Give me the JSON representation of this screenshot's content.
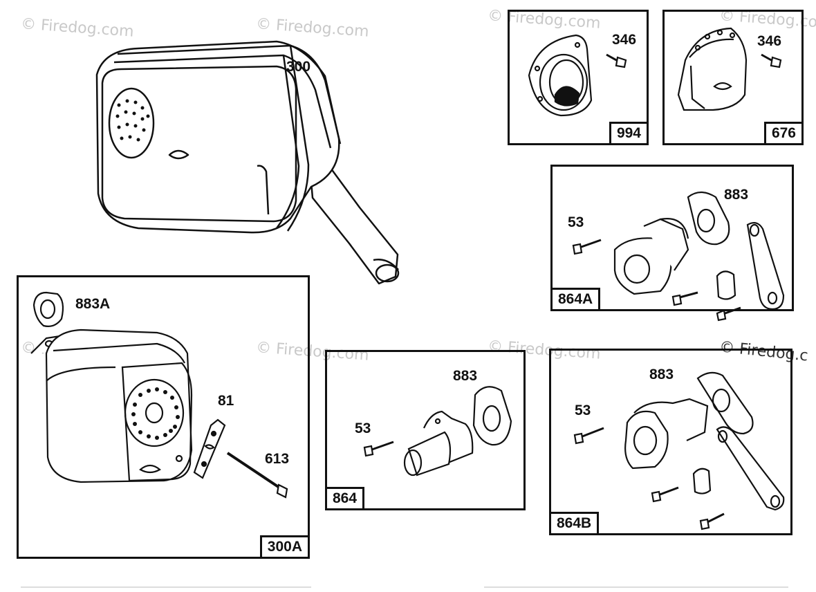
{
  "watermark": {
    "text": "© Firedog.com",
    "edge_text": "© Firedog.c"
  },
  "parts": {
    "muffler_main": "300",
    "muffler_kit": "300A",
    "gasket_a": "883A",
    "lock_plate": "81",
    "screw_long": "613",
    "deflector_994": "994",
    "deflector_676": "676",
    "screw_346_a": "346",
    "screw_346_b": "346",
    "adapter_kit_a": "864A",
    "adapter_kit": "864",
    "adapter_kit_b": "864B",
    "gasket_883_a": "883",
    "gasket_883_b": "883",
    "gasket_883_c": "883",
    "screw_53_a": "53",
    "screw_53_b": "53",
    "screw_53_c": "53"
  },
  "colors": {
    "line": "#111111",
    "watermark": "#c9c9c9"
  }
}
